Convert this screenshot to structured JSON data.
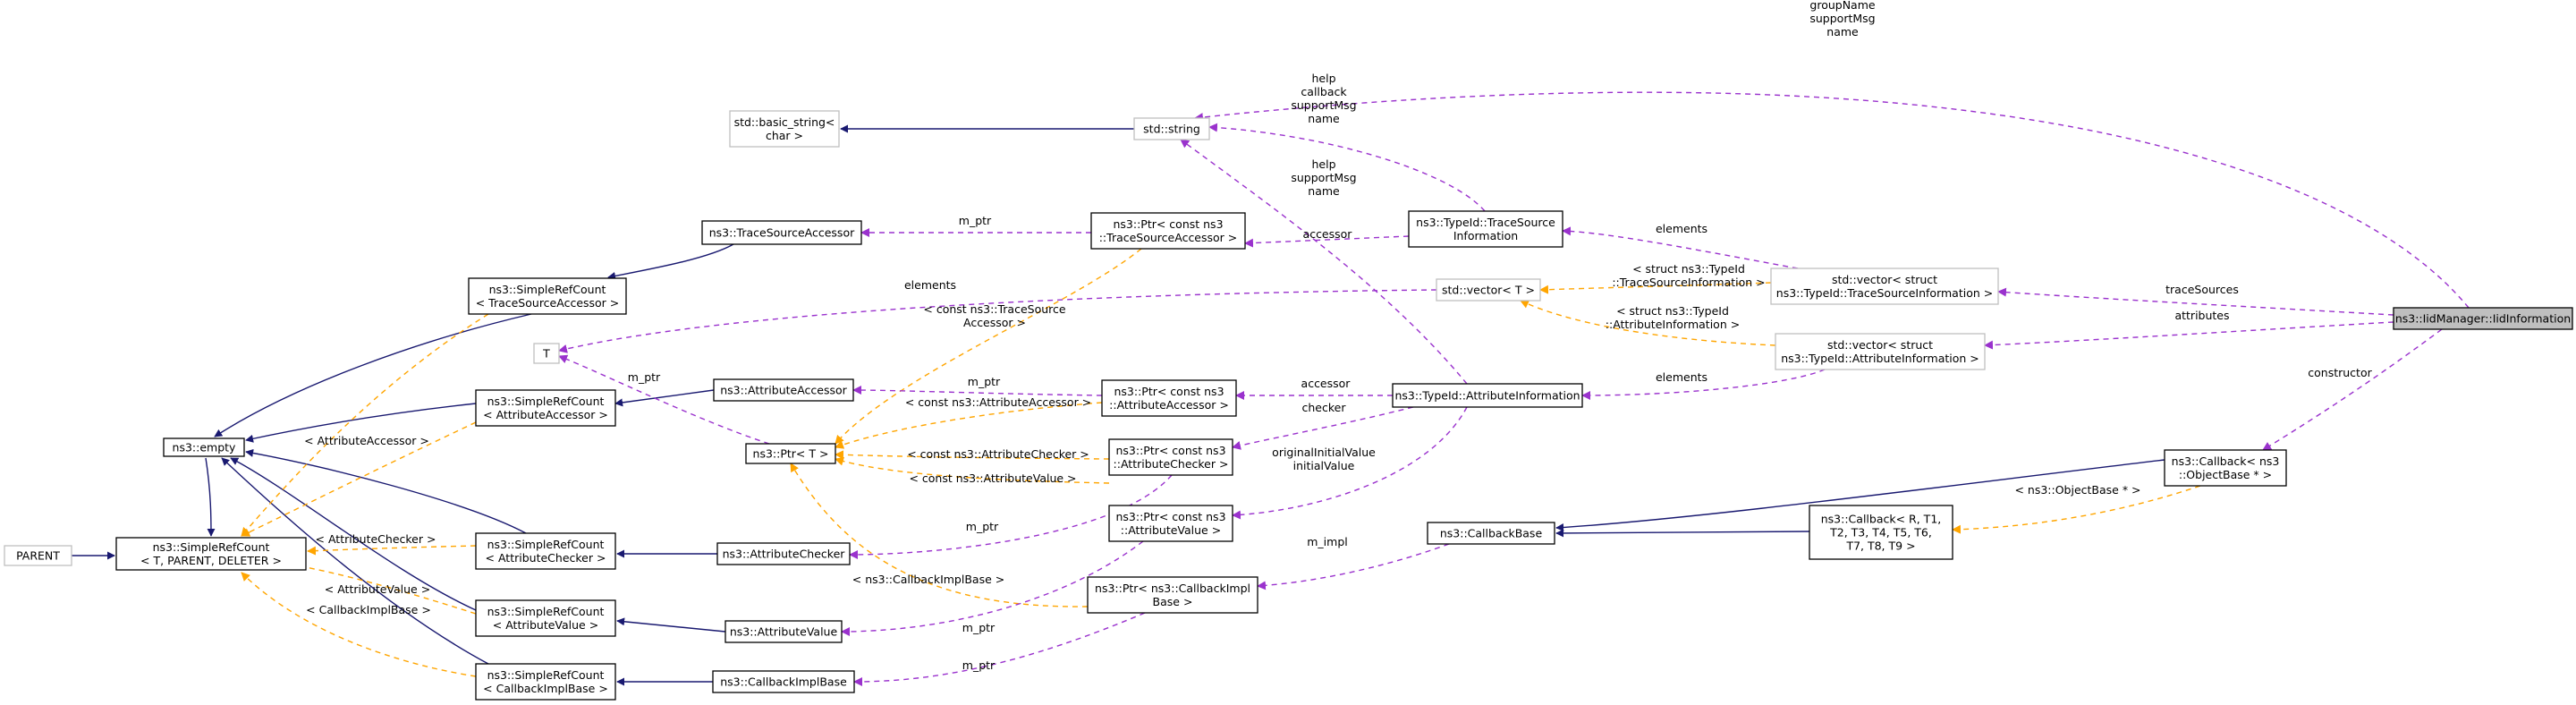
{
  "colors": {
    "inherit": "#191970",
    "usage": "#9a32cd",
    "template": "#ffa500",
    "node_border": "#000000",
    "undocumented_border": "#bfbfbf",
    "highlight_fill": "#bfbfbf",
    "node_fill": "#ffffff"
  },
  "nodes": [
    {
      "id": "parent",
      "lines": [
        "PARENT"
      ],
      "style": "gray"
    },
    {
      "id": "simplerefcount_t",
      "lines": [
        "ns3::SimpleRefCount",
        "< T, PARENT, DELETER >"
      ],
      "style": "normal"
    },
    {
      "id": "empty",
      "lines": [
        "ns3::empty"
      ],
      "style": "normal"
    },
    {
      "id": "src_tsa",
      "lines": [
        "ns3::SimpleRefCount",
        "< TraceSourceAccessor >"
      ],
      "style": "normal"
    },
    {
      "id": "src_aa",
      "lines": [
        "ns3::SimpleRefCount",
        "< AttributeAccessor >"
      ],
      "style": "normal"
    },
    {
      "id": "src_ac",
      "lines": [
        "ns3::SimpleRefCount",
        "< AttributeChecker >"
      ],
      "style": "normal"
    },
    {
      "id": "src_av",
      "lines": [
        "ns3::SimpleRefCount",
        "< AttributeValue >"
      ],
      "style": "normal"
    },
    {
      "id": "src_cib",
      "lines": [
        "ns3::SimpleRefCount",
        "< CallbackImplBase >"
      ],
      "style": "normal"
    },
    {
      "id": "tsa",
      "lines": [
        "ns3::TraceSourceAccessor"
      ],
      "style": "normal"
    },
    {
      "id": "t",
      "lines": [
        "T"
      ],
      "style": "gray"
    },
    {
      "id": "aa",
      "lines": [
        "ns3::AttributeAccessor"
      ],
      "style": "normal"
    },
    {
      "id": "ptr_t",
      "lines": [
        "ns3::Ptr< T >"
      ],
      "style": "normal"
    },
    {
      "id": "ac",
      "lines": [
        "ns3::AttributeChecker"
      ],
      "style": "normal"
    },
    {
      "id": "av",
      "lines": [
        "ns3::AttributeValue"
      ],
      "style": "normal"
    },
    {
      "id": "cib",
      "lines": [
        "ns3::CallbackImplBase"
      ],
      "style": "normal"
    },
    {
      "id": "basic_string",
      "lines": [
        "std::basic_string<",
        "char >"
      ],
      "style": "gray"
    },
    {
      "id": "string",
      "lines": [
        "std::string"
      ],
      "style": "gray"
    },
    {
      "id": "ptr_tsa",
      "lines": [
        "ns3::Ptr< const ns3",
        "::TraceSourceAccessor >"
      ],
      "style": "normal"
    },
    {
      "id": "ptr_aa",
      "lines": [
        "ns3::Ptr< const ns3",
        "::AttributeAccessor >"
      ],
      "style": "normal"
    },
    {
      "id": "ptr_ac",
      "lines": [
        "ns3::Ptr< const ns3",
        "::AttributeChecker >"
      ],
      "style": "normal"
    },
    {
      "id": "ptr_av",
      "lines": [
        "ns3::Ptr< const ns3",
        "::AttributeValue >"
      ],
      "style": "normal"
    },
    {
      "id": "ptr_cib",
      "lines": [
        "ns3::Ptr< ns3::CallbackImpl",
        "Base >"
      ],
      "style": "normal"
    },
    {
      "id": "tsi",
      "lines": [
        "ns3::TypeId::TraceSource",
        "Information"
      ],
      "style": "normal"
    },
    {
      "id": "attr_info",
      "lines": [
        "ns3::TypeId::AttributeInformation"
      ],
      "style": "normal"
    },
    {
      "id": "vector_t",
      "lines": [
        "std::vector< T >"
      ],
      "style": "gray"
    },
    {
      "id": "callback_base",
      "lines": [
        "ns3::CallbackBase"
      ],
      "style": "normal"
    },
    {
      "id": "callback_t",
      "lines": [
        "ns3::Callback< R, T1,",
        "T2, T3, T4, T5, T6,",
        "T7, T8, T9 >"
      ],
      "style": "normal"
    },
    {
      "id": "vector_tsi",
      "lines": [
        "std::vector< struct",
        "ns3::TypeId::TraceSourceInformation >"
      ],
      "style": "gray"
    },
    {
      "id": "vector_ai",
      "lines": [
        "std::vector< struct",
        "ns3::TypeId::AttributeInformation >"
      ],
      "style": "gray"
    },
    {
      "id": "callback_ob",
      "lines": [
        "ns3::Callback< ns3",
        "::ObjectBase * >"
      ],
      "style": "normal"
    },
    {
      "id": "iid",
      "lines": [
        "ns3::IidManager::IidInformation"
      ],
      "style": "highlight"
    }
  ],
  "edges": [
    {
      "from": "parent",
      "to": "simplerefcount_t",
      "kind": "inherit",
      "label": []
    },
    {
      "from": "empty",
      "to": "simplerefcount_t",
      "kind": "inherit",
      "label": []
    },
    {
      "from": "src_tsa",
      "to": "empty",
      "kind": "inherit",
      "label": []
    },
    {
      "from": "src_aa",
      "to": "empty",
      "kind": "inherit",
      "label": []
    },
    {
      "from": "src_ac",
      "to": "empty",
      "kind": "inherit",
      "label": []
    },
    {
      "from": "src_av",
      "to": "empty",
      "kind": "inherit",
      "label": []
    },
    {
      "from": "src_cib",
      "to": "empty",
      "kind": "inherit",
      "label": []
    },
    {
      "from": "tsa",
      "to": "src_tsa",
      "kind": "inherit",
      "label": []
    },
    {
      "from": "aa",
      "to": "src_aa",
      "kind": "inherit",
      "label": []
    },
    {
      "from": "ac",
      "to": "src_ac",
      "kind": "inherit",
      "label": []
    },
    {
      "from": "av",
      "to": "src_av",
      "kind": "inherit",
      "label": []
    },
    {
      "from": "cib",
      "to": "src_cib",
      "kind": "inherit",
      "label": []
    },
    {
      "from": "string",
      "to": "basic_string",
      "kind": "inherit",
      "label": []
    },
    {
      "from": "callback_ob",
      "to": "callback_base",
      "kind": "inherit",
      "label": []
    },
    {
      "from": "callback_t",
      "to": "callback_base",
      "kind": "inherit",
      "label": []
    },
    {
      "from": "src_tsa",
      "to": "simplerefcount_t",
      "kind": "template",
      "label": [
        "< TraceSourceAccessor >"
      ]
    },
    {
      "from": "src_aa",
      "to": "simplerefcount_t",
      "kind": "template",
      "label": [
        "< AttributeAccessor >"
      ]
    },
    {
      "from": "src_ac",
      "to": "simplerefcount_t",
      "kind": "template",
      "label": [
        "< AttributeChecker >"
      ]
    },
    {
      "from": "src_av",
      "to": "simplerefcount_t",
      "kind": "template",
      "label": [
        "< AttributeValue >"
      ]
    },
    {
      "from": "src_cib",
      "to": "simplerefcount_t",
      "kind": "template",
      "label": [
        "< CallbackImplBase >"
      ]
    },
    {
      "from": "ptr_tsa",
      "to": "ptr_t",
      "kind": "template",
      "label": [
        "< const ns3::TraceSource",
        "Accessor >"
      ]
    },
    {
      "from": "ptr_aa",
      "to": "ptr_t",
      "kind": "template",
      "label": [
        "< const ns3::AttributeAccessor >"
      ]
    },
    {
      "from": "ptr_ac",
      "to": "ptr_t",
      "kind": "template",
      "label": [
        "< const ns3::AttributeChecker >"
      ]
    },
    {
      "from": "ptr_av",
      "to": "ptr_t",
      "kind": "template",
      "label": [
        "< const ns3::AttributeValue >"
      ]
    },
    {
      "from": "ptr_cib",
      "to": "ptr_t",
      "kind": "template",
      "label": [
        "< ns3::CallbackImplBase >"
      ]
    },
    {
      "from": "vector_tsi",
      "to": "vector_t",
      "kind": "template",
      "label": [
        "< struct ns3::TypeId",
        "::TraceSourceInformation >"
      ]
    },
    {
      "from": "vector_ai",
      "to": "vector_t",
      "kind": "template",
      "label": [
        "< struct ns3::TypeId",
        "::AttributeInformation >"
      ]
    },
    {
      "from": "callback_ob",
      "to": "callback_t",
      "kind": "template",
      "label": [
        "< ns3::ObjectBase * >"
      ]
    },
    {
      "from": "ptr_t",
      "to": "t",
      "kind": "usage",
      "label": [
        "m_ptr"
      ]
    },
    {
      "from": "vector_t",
      "to": "t",
      "kind": "usage",
      "label": [
        "elements"
      ]
    },
    {
      "from": "ptr_tsa",
      "to": "tsa",
      "kind": "usage",
      "label": [
        "m_ptr"
      ]
    },
    {
      "from": "ptr_aa",
      "to": "aa",
      "kind": "usage",
      "label": [
        "m_ptr"
      ]
    },
    {
      "from": "ptr_ac",
      "to": "ac",
      "kind": "usage",
      "label": [
        "m_ptr"
      ]
    },
    {
      "from": "ptr_av",
      "to": "av",
      "kind": "usage",
      "label": [
        "m_ptr"
      ]
    },
    {
      "from": "ptr_cib",
      "to": "cib",
      "kind": "usage",
      "label": [
        "m_ptr"
      ]
    },
    {
      "from": "tsi",
      "to": "string",
      "kind": "usage",
      "label": [
        "help",
        "callback",
        "supportMsg",
        "name"
      ]
    },
    {
      "from": "tsi",
      "to": "ptr_tsa",
      "kind": "usage",
      "label": [
        "accessor"
      ]
    },
    {
      "from": "attr_info",
      "to": "string",
      "kind": "usage",
      "label": [
        "help",
        "supportMsg",
        "name"
      ]
    },
    {
      "from": "attr_info",
      "to": "ptr_aa",
      "kind": "usage",
      "label": [
        "accessor"
      ]
    },
    {
      "from": "attr_info",
      "to": "ptr_ac",
      "kind": "usage",
      "label": [
        "checker"
      ]
    },
    {
      "from": "attr_info",
      "to": "ptr_av",
      "kind": "usage",
      "label": [
        "originalInitialValue",
        "initialValue"
      ]
    },
    {
      "from": "vector_tsi",
      "to": "tsi",
      "kind": "usage",
      "label": [
        "elements"
      ]
    },
    {
      "from": "vector_ai",
      "to": "attr_info",
      "kind": "usage",
      "label": [
        "elements"
      ]
    },
    {
      "from": "callback_base",
      "to": "ptr_cib",
      "kind": "usage",
      "label": [
        "m_impl"
      ]
    },
    {
      "from": "iid",
      "to": "string",
      "kind": "usage",
      "label": [
        "groupName",
        "supportMsg",
        "name"
      ]
    },
    {
      "from": "iid",
      "to": "vector_tsi",
      "kind": "usage",
      "label": [
        "traceSources"
      ]
    },
    {
      "from": "iid",
      "to": "vector_ai",
      "kind": "usage",
      "label": [
        "attributes"
      ]
    },
    {
      "from": "iid",
      "to": "callback_ob",
      "kind": "usage",
      "label": [
        "constructor"
      ]
    }
  ]
}
